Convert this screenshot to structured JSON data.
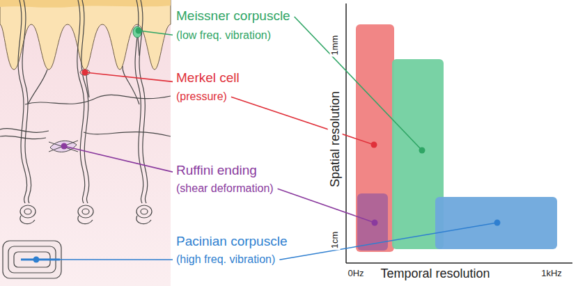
{
  "diagram": {
    "labels": [
      "Meissner corpuscle",
      "(low freq. vibration)",
      "Merkel cell",
      "(pressure)",
      "Ruffini ending",
      "(shear deformation)",
      "Pacinian corpuscle",
      "(high freq. vibration)",
      "Spatial resolution",
      "1mm",
      "1cm",
      "Temporal resolution",
      "0Hz",
      "1kHz"
    ]
  }
}
